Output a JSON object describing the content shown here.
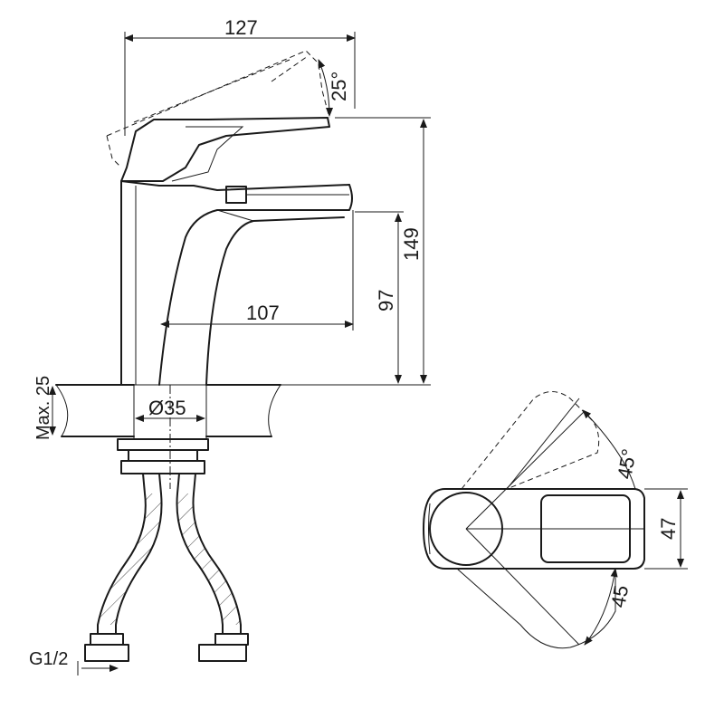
{
  "dimensions": {
    "overall_length": "127",
    "handle_angle": "25°",
    "overall_height": "149",
    "spout_height": "97",
    "spout_reach": "107",
    "max_deck_thickness": "Max. 25",
    "hole_diameter": "Ø35",
    "connection_thread": "G1/2",
    "rotation_angle": "45°",
    "body_width": "47",
    "swing_angle": "45"
  }
}
